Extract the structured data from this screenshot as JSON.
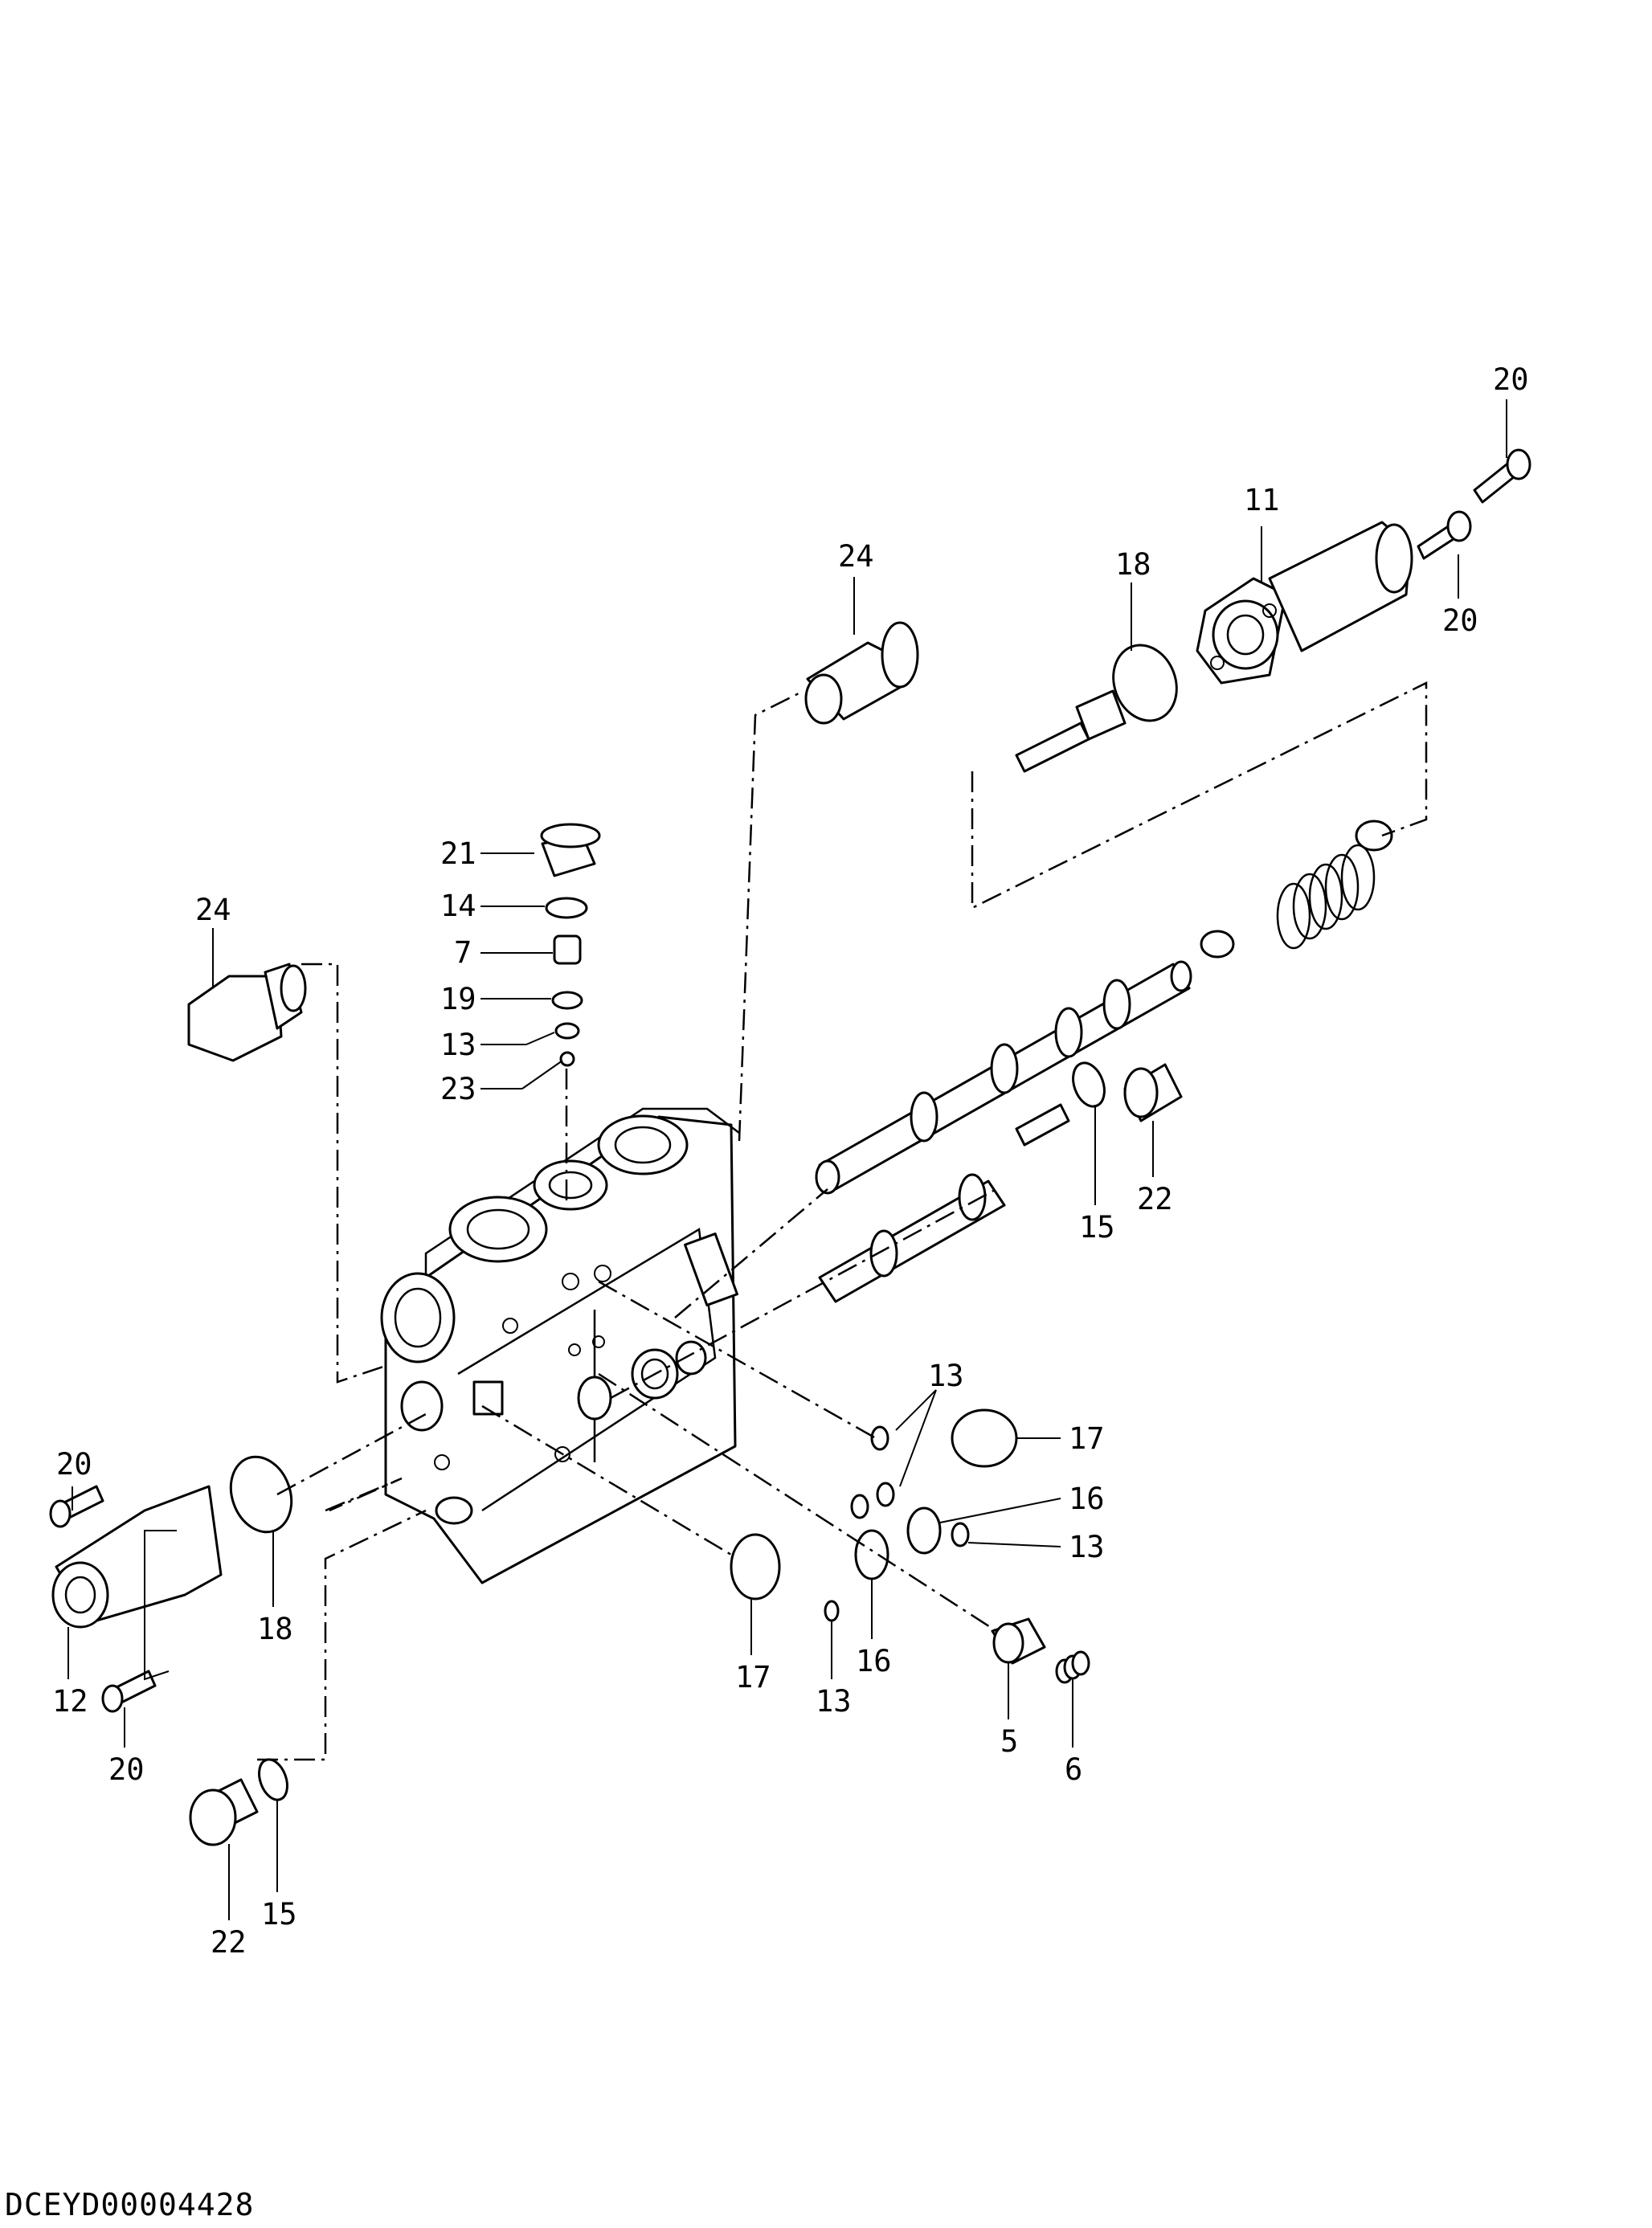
{
  "drawing_id": "DCEYD00004428",
  "colors": {
    "ink": "#000000",
    "paper": "#ffffff"
  },
  "labels": {
    "l20a": "20",
    "l11": "11",
    "l18a": "18",
    "l20b": "20",
    "l24a": "24",
    "l21": "21",
    "l14": "14",
    "l7": "7",
    "l19": "19",
    "l13a": "13",
    "l23": "23",
    "l24b": "24",
    "l15a": "15",
    "l22a": "22",
    "l13b": "13",
    "l17a": "17",
    "l16a": "16",
    "l13c": "13",
    "l20c": "20",
    "l18b": "18",
    "l12": "12",
    "l20d": "20",
    "l17b": "17",
    "l13d": "13",
    "l16b": "16",
    "l5": "5",
    "l6": "6",
    "l22b": "22",
    "l15b": "15"
  }
}
